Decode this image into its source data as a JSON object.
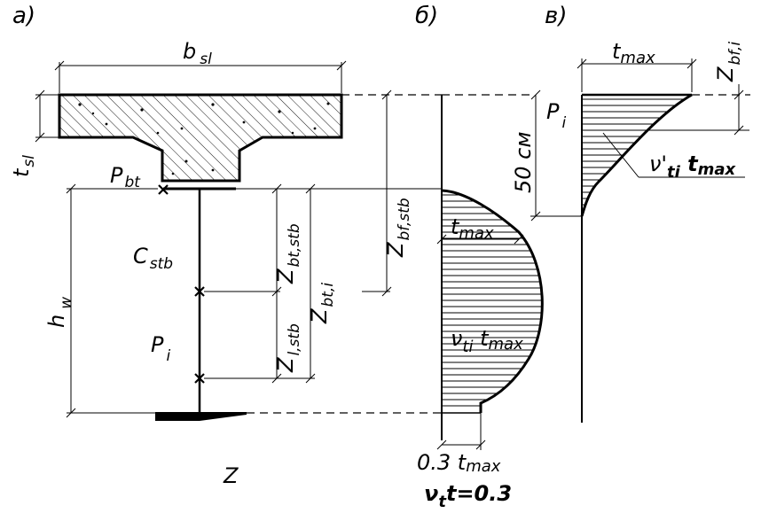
{
  "panels": {
    "a": "а)",
    "b": "б)",
    "c": "в)"
  },
  "labels": {
    "b_sl": "b",
    "b_sl_sub": "sl",
    "t_sl": "t",
    "t_sl_sub": "sl",
    "p_bt": "P",
    "p_bt_sub": "bt",
    "c_stb": "C",
    "c_stb_sub": "stb",
    "h_w": "h",
    "h_w_sub": "w",
    "p_i": "P",
    "p_i_sub": "i",
    "z_bt_stb": "Z",
    "z_bt_stb_sub": "bt,stb",
    "z_bt_i": "Z",
    "z_bt_i_sub": "bt,i",
    "z_i_stb": "Z",
    "z_i_stb_sub": "l,stb",
    "z_bf_stb": "Z",
    "z_bf_stb_sub": "bf,stb",
    "z_axis": "Z",
    "t_max_b": "t",
    "t_max_b_sub": "max",
    "nu_t_max": "ν",
    "nu_t_max_sub": "ti",
    "nu_t_max_tail": " t",
    "nu_t_max_tail_sub": "max",
    "t_03": "0.3 t",
    "t_03_sub": "max",
    "nu_eq": "ν",
    "nu_eq_sub": "t",
    "nu_eq_tail": "t=0.3",
    "t_max_c": "t",
    "t_max_c_sub": "max",
    "z_bf_i": "Z",
    "z_bf_i_sub": "bf,i",
    "p_i_c": "P",
    "p_i_c_sub": "i",
    "cm50": "50 см",
    "nu_prime": "ν'",
    "nu_prime_sub": "ti",
    "nu_prime_tail": " t",
    "nu_prime_tail_sub": "max"
  },
  "colors": {
    "ink": "#000000",
    "background": "#ffffff",
    "concrete_fill": "#ffffff"
  }
}
